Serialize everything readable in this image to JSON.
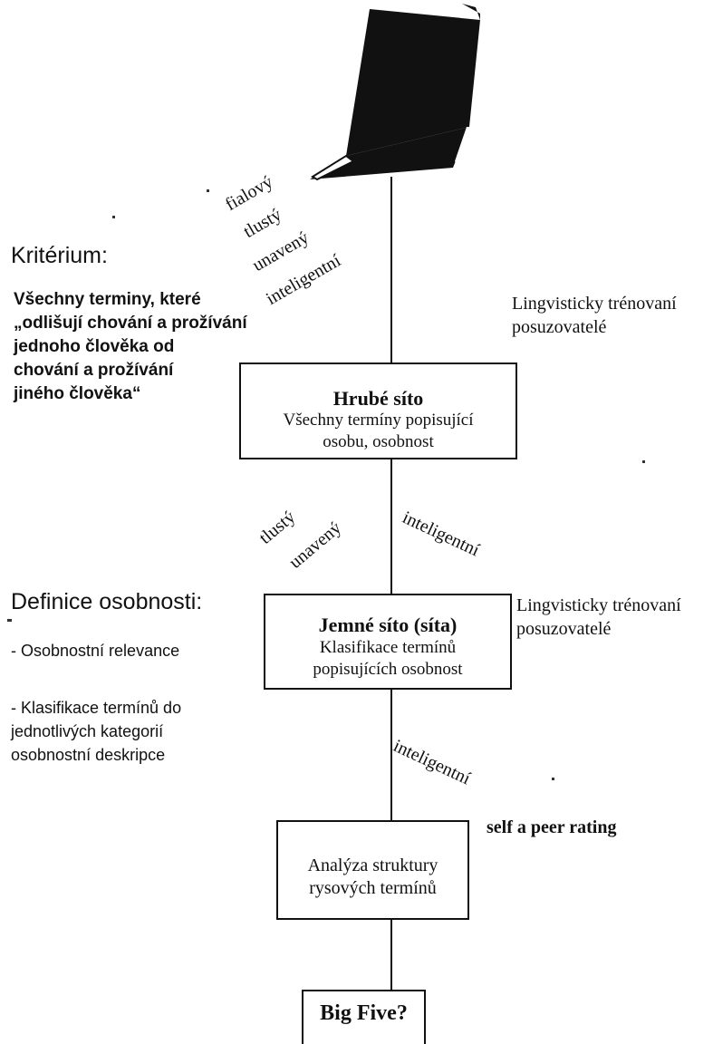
{
  "book_words": [
    "fialový",
    "tlustý",
    "unavený",
    "inteligentní"
  ],
  "left": {
    "kriterium_heading": "Kritérium:",
    "kriterium_text": "Všechny terminy, které\n„odlišují chování a prožívání\njednoho člověka od\nchování a prožívání\njiného člověka“",
    "definice_heading": "Definice osobnosti:",
    "definice_item1": "- Osobnostní relevance",
    "definice_item2": "- Klasifikace termínů do\njednotlivých kategorií\nosobnostní deskripce"
  },
  "right": {
    "judges_1": "Lingvisticky trénovaní\nposuzovatelé",
    "judges_2": "Lingvisticky trénovaní\nposuzovatelé",
    "rating": "self a peer rating"
  },
  "boxes": {
    "hrube_title": "Hrubé síto",
    "hrube_text": "Všechny termíny popisující\nosobu, osobnost",
    "jemne_title": "Jemné síto (síta)",
    "jemne_text": "Klasifikace termínů\npopisujících osobnost",
    "analyza_text": "Analýza struktury\nrysových termínů",
    "bigfive": "Big Five?"
  },
  "between_1": {
    "left_words": [
      "tlustý",
      "unavený"
    ],
    "right_word": "inteligentní"
  },
  "between_2": {
    "right_word": "inteligentní"
  }
}
